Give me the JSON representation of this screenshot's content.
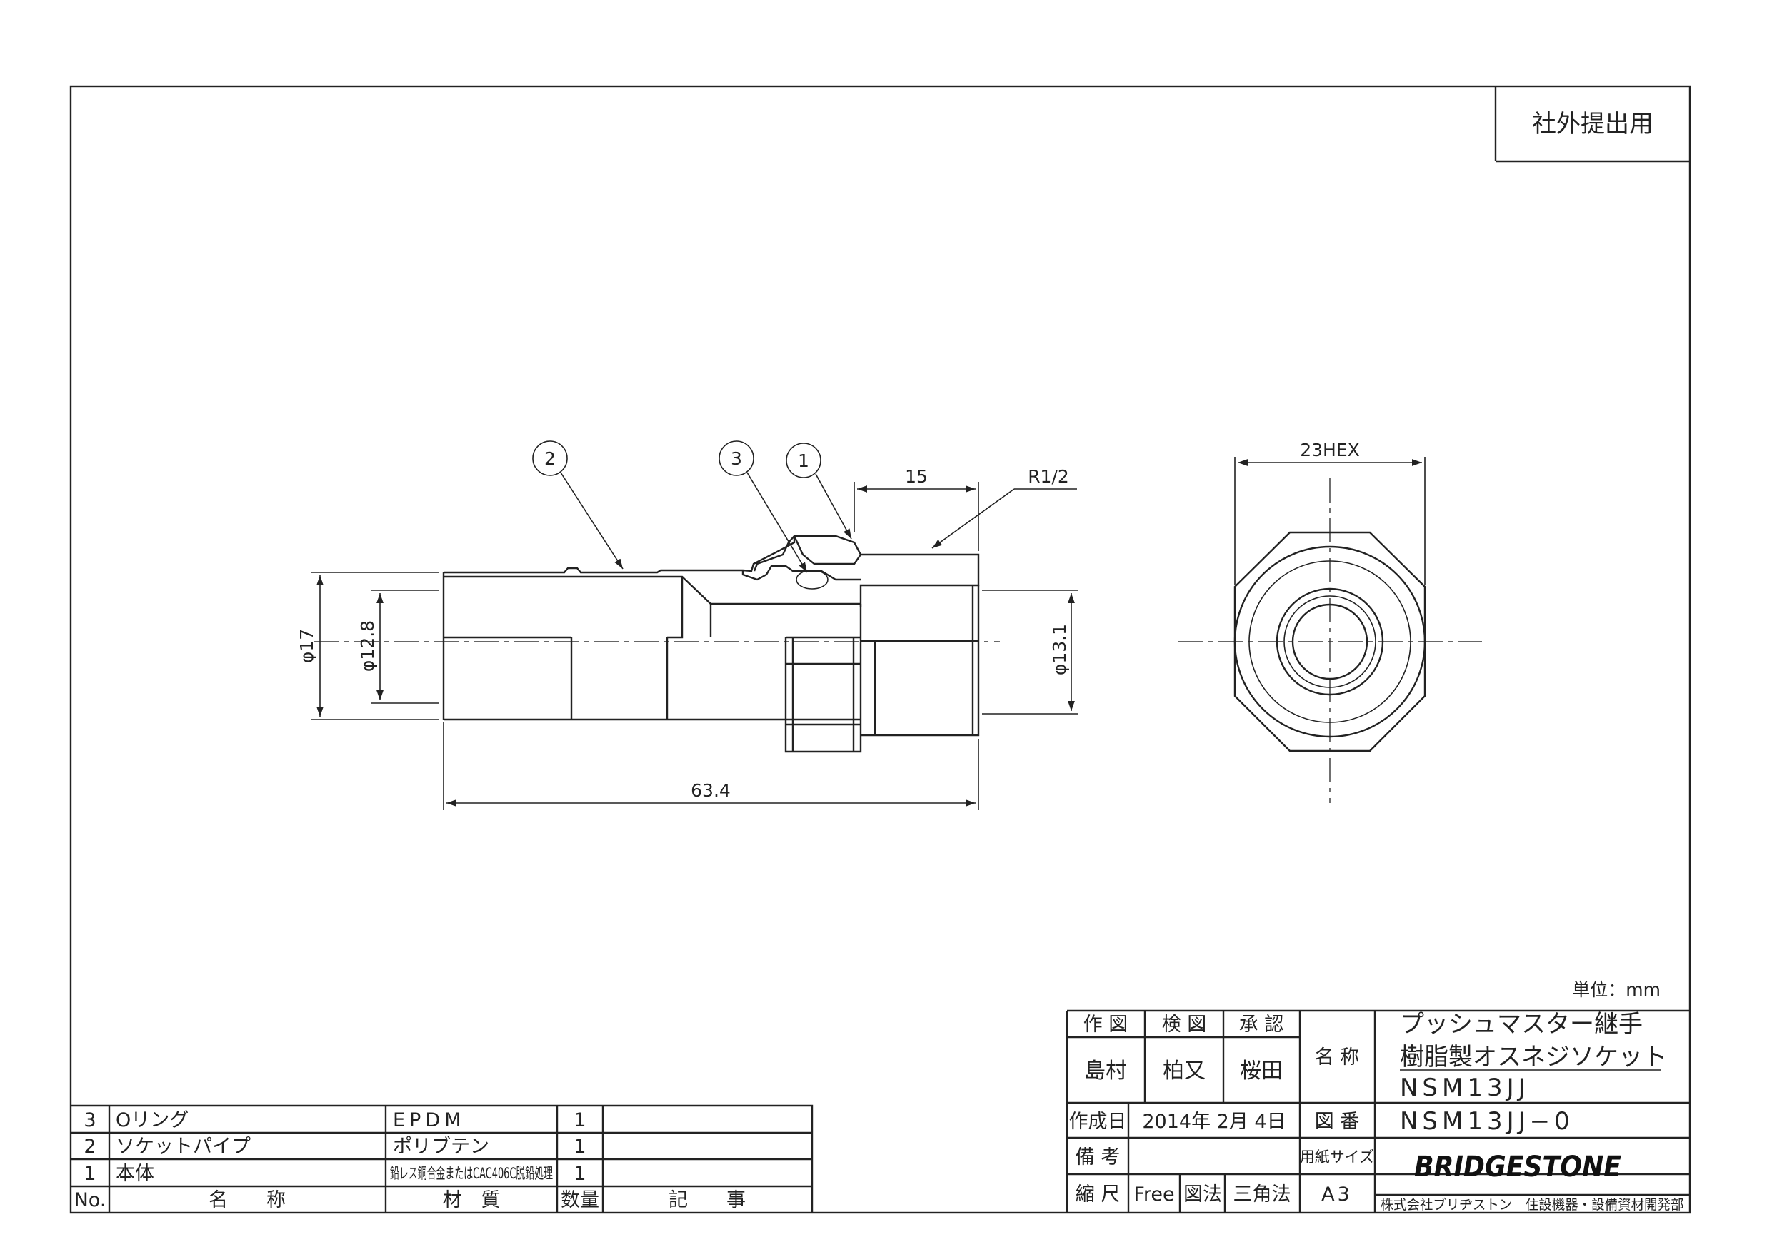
{
  "stamp": "社外提出用",
  "unit_label": "単位：mm",
  "dimensions": {
    "d17": "φ17",
    "d128": "φ12.8",
    "d131": "φ13.1",
    "len634": "63.4",
    "len15": "15",
    "thread": "R1/2",
    "hex": "23HEX"
  },
  "balloons": [
    "2",
    "3",
    "1"
  ],
  "parts_list": {
    "header": {
      "no": "No.",
      "name": "名　　称",
      "material": "材　質",
      "qty": "数量",
      "notes": "記　　事"
    },
    "rows": [
      {
        "no": "3",
        "name": "Oリング",
        "material": "EPDM",
        "qty": "1",
        "notes": ""
      },
      {
        "no": "2",
        "name": "ソケットパイプ",
        "material": "ポリブテン",
        "qty": "1",
        "notes": ""
      },
      {
        "no": "1",
        "name": "本体",
        "material": "鉛レス銅合金またはCAC406C脱鉛処理",
        "qty": "1",
        "notes": ""
      }
    ]
  },
  "title_block": {
    "drawn_label": "作 図",
    "checked_label": "検 図",
    "approved_label": "承 認",
    "drawn_by": "島村",
    "checked_by": "柏又",
    "approved_by": "桜田",
    "name_label": "名 称",
    "name_line1": "プッシュマスター継手",
    "name_line2": "樹脂製オスネジソケット",
    "name_line3": "NSM13JJ",
    "created_label": "作成日",
    "created_value": "2014年 2月 4日",
    "drawing_no_label": "図 番",
    "drawing_no": "NSM13JJ−0",
    "remarks_label": "備 考",
    "paper_label": "用紙サイズ",
    "scale_label": "縮 尺",
    "scale_value": "Free",
    "projection_label": "図法",
    "projection_value": "三角法",
    "paper_value": "A3",
    "brand": "BRIDGESTONE",
    "company": "株式会社ブリヂストン　住設機器・設備資材開発部"
  }
}
